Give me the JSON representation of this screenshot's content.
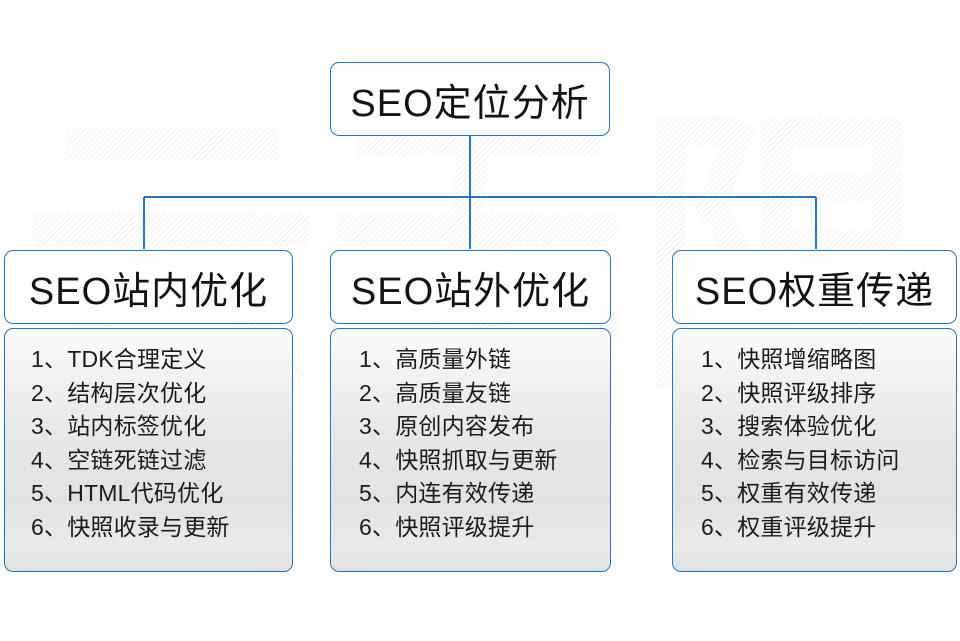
{
  "diagram": {
    "type": "org-chart",
    "watermark_text": "云无限",
    "accent_color": "#1f76c4",
    "root": {
      "label": "SEO定位分析"
    },
    "columns": [
      {
        "id": "seo-onsite",
        "header": "SEO站内优化",
        "items": [
          "1、TDK合理定义",
          "2、结构层次优化",
          "3、站内标签优化",
          "4、空链死链过滤",
          "5、HTML代码优化",
          "6、快照收录与更新"
        ]
      },
      {
        "id": "seo-offsite",
        "header": "SEO站外优化",
        "items": [
          "1、高质量外链",
          "2、高质量友链",
          "3、原创内容发布",
          "4、快照抓取与更新",
          "5、内连有效传递",
          "6、快照评级提升"
        ]
      },
      {
        "id": "seo-weight",
        "header": "SEO权重传递",
        "items": [
          "1、快照增缩略图",
          "2、快照评级排序",
          "3、搜索体验优化",
          "4、检索与目标访问",
          "5、权重有效传递",
          "6、权重评级提升"
        ]
      }
    ]
  }
}
